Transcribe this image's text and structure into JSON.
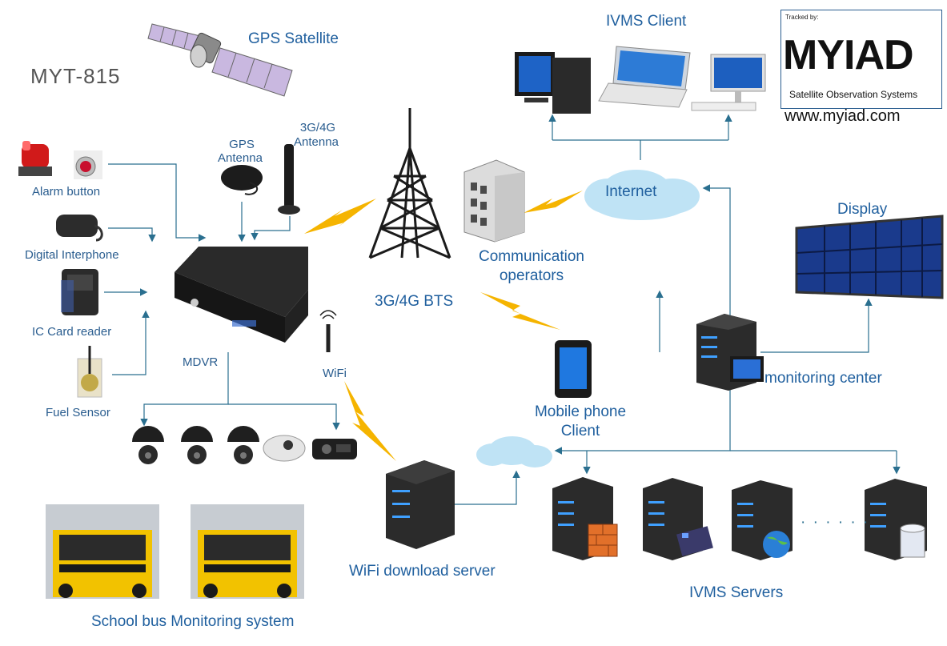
{
  "model": "MYT-815",
  "labels": {
    "gps_satellite": "GPS  Satellite",
    "ivms_client": "IVMS Client",
    "gps_antenna_1": "GPS",
    "gps_antenna_2": "Antenna",
    "g34_antenna_1": "3G/4G",
    "g34_antenna_2": "Antenna",
    "alarm_button": "Alarm  button",
    "digital_interphone": "Digital Interphone",
    "ic_card_reader": "IC  Card reader",
    "fuel_sensor": "Fuel Sensor",
    "mdvr": "MDVR",
    "wifi": "WiFi",
    "bts": "3G/4G  BTS",
    "comm_operators_1": "Communication",
    "comm_operators_2": "operators",
    "internet": "Internet",
    "display": "Display",
    "monitoring_center": "monitoring center",
    "mobile_client_1": "Mobile phone",
    "mobile_client_2": "Client",
    "wifi_download_server": "WiFi download server",
    "ivms_servers": "IVMS Servers",
    "school_bus": "School bus Monitoring system",
    "dots": "· · · · · ·"
  },
  "logo": {
    "tracked_by": "Tracked by:",
    "name": "MYIAD",
    "tagline": "Satellite Observation Systems",
    "url": "www.myiad.com"
  },
  "colors": {
    "line": "#2a6f8f",
    "label": "#1f5f9e",
    "cloud": "#bfe3f5",
    "lightning": "#f5b400",
    "server": "#2b2b2b",
    "bus": "#f2c200"
  }
}
